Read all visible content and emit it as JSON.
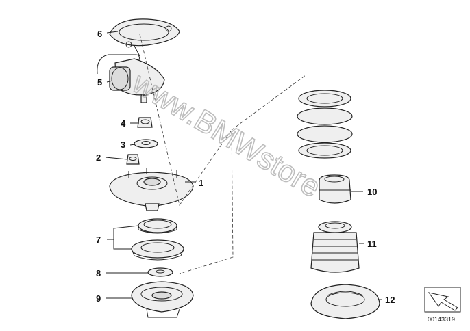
{
  "watermark": "www.BMWstore",
  "reference_number": "00143319",
  "callouts": [
    "1",
    "2",
    "3",
    "4",
    "5",
    "6",
    "7",
    "8",
    "9",
    "10",
    "11",
    "12"
  ]
}
